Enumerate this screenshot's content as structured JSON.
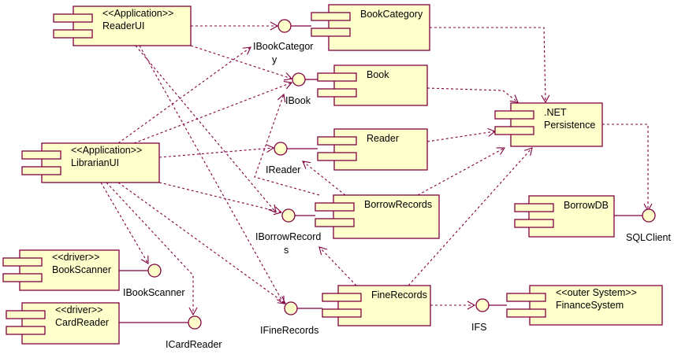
{
  "diagram": {
    "type": "UML component diagram",
    "colors": {
      "line": "#800040",
      "fill": "#ffffcc",
      "text": "#000000"
    },
    "components": [
      {
        "id": "ReaderUI",
        "stereotype": "<<Application>>",
        "name": "ReaderUI"
      },
      {
        "id": "LibrarianUI",
        "stereotype": "<<Application>>",
        "name": "LibrarianUI"
      },
      {
        "id": "BookCategory",
        "stereotype": "",
        "name": "BookCategory"
      },
      {
        "id": "Book",
        "stereotype": "",
        "name": "Book"
      },
      {
        "id": "Reader",
        "stereotype": "",
        "name": "Reader"
      },
      {
        "id": "BorrowRecords",
        "stereotype": "",
        "name": "BorrowRecords"
      },
      {
        "id": "FineRecords",
        "stereotype": "",
        "name": "FineRecords"
      },
      {
        "id": "Persistence",
        "stereotype": "",
        "name": ".NET",
        "name2": "Persistence"
      },
      {
        "id": "BorrowDB",
        "stereotype": "",
        "name": "BorrowDB"
      },
      {
        "id": "FinanceSystem",
        "stereotype": "<<outer System>>",
        "name": "FinanceSystem"
      },
      {
        "id": "BookScanner",
        "stereotype": "<<driver>>",
        "name": "BookScanner"
      },
      {
        "id": "CardReader",
        "stereotype": "<<driver>>",
        "name": "CardReader"
      }
    ],
    "interfaces": [
      {
        "id": "IBookCategory",
        "label": "IBookCategor",
        "label2": "y",
        "provided_by": "BookCategory"
      },
      {
        "id": "IBook",
        "label": "IBook",
        "provided_by": "Book"
      },
      {
        "id": "IReader",
        "label": "IReader",
        "provided_by": "Reader"
      },
      {
        "id": "IBorrowRecords",
        "label": "IBorrowRecord",
        "label2": "s",
        "provided_by": "BorrowRecords"
      },
      {
        "id": "IFineRecords",
        "label": "IFineRecords",
        "provided_by": "FineRecords"
      },
      {
        "id": "SQLClient",
        "label": "SQLClient",
        "provided_by": "BorrowDB"
      },
      {
        "id": "IFS",
        "label": "IFS",
        "provided_by": "FinanceSystem"
      },
      {
        "id": "IBookScanner",
        "label": "IBookScanner",
        "provided_by": "BookScanner"
      },
      {
        "id": "ICardReader",
        "label": "ICardReader",
        "provided_by": "CardReader"
      }
    ],
    "dependencies": [
      {
        "from": "ReaderUI",
        "to": "IBookCategory"
      },
      {
        "from": "ReaderUI",
        "to": "IBook"
      },
      {
        "from": "ReaderUI",
        "to": "IBorrowRecords"
      },
      {
        "from": "ReaderUI",
        "to": "IFineRecords"
      },
      {
        "from": "LibrarianUI",
        "to": "IBookCategory"
      },
      {
        "from": "LibrarianUI",
        "to": "IBook"
      },
      {
        "from": "LibrarianUI",
        "to": "IReader"
      },
      {
        "from": "LibrarianUI",
        "to": "IBorrowRecords"
      },
      {
        "from": "LibrarianUI",
        "to": "IBookScanner"
      },
      {
        "from": "LibrarianUI",
        "to": "ICardReader"
      },
      {
        "from": "LibrarianUI",
        "to": "IFineRecords"
      },
      {
        "from": "BorrowRecords",
        "to": "IBook"
      },
      {
        "from": "BorrowRecords",
        "to": "IReader"
      },
      {
        "from": "FineRecords",
        "to": "IBorrowRecords"
      },
      {
        "from": "FineRecords",
        "to": "IFS"
      },
      {
        "from": "BookCategory",
        "to": "Persistence"
      },
      {
        "from": "Book",
        "to": "Persistence"
      },
      {
        "from": "Reader",
        "to": "Persistence"
      },
      {
        "from": "BorrowRecords",
        "to": "Persistence"
      },
      {
        "from": "FineRecords",
        "to": "Persistence"
      },
      {
        "from": "Persistence",
        "to": "SQLClient"
      }
    ]
  }
}
